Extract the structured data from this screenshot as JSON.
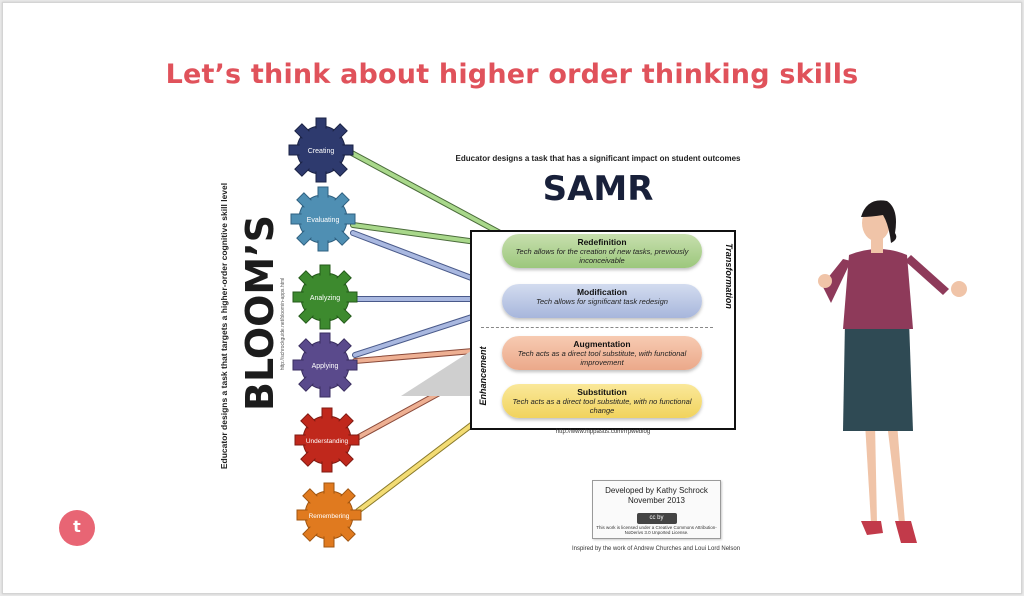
{
  "slide": {
    "title": "Let’s think about higher order thinking skills",
    "logo_letter": "t"
  },
  "blooms": {
    "heading": "BLOOM’S",
    "side_text": "Educator designs a task that targets a higher-order cognitive skill level",
    "url": "http://schrockguide.net/bloomin-apps.html",
    "levels": [
      "Creating",
      "Evaluating",
      "Analyzing",
      "Applying",
      "Understanding",
      "Remembering"
    ]
  },
  "samr": {
    "top_text": "Educator designs a task that has a significant impact on student outcomes",
    "title": "SAMR",
    "transformation_label": "Transformation",
    "enhancement_label": "Enhancement",
    "url": "http://www.hippasus.com/rrpweblog",
    "levels": {
      "redefinition": {
        "name": "Redefinition",
        "desc": "Tech allows for the creation of new tasks, previously inconceivable"
      },
      "modification": {
        "name": "Modification",
        "desc": "Tech allows for significant task redesign"
      },
      "augmentation": {
        "name": "Augmentation",
        "desc": "Tech acts as a direct tool substitute, with functional improvement"
      },
      "substitution": {
        "name": "Substitution",
        "desc": "Tech acts as a direct tool substitute, with no functional change"
      }
    }
  },
  "credit": {
    "line1": "Developed by Kathy Schrock",
    "line2": "November 2013",
    "cc_badge": "cc by",
    "license": "This work is licensed under a Creative Commons Attribution-NoDerivs 3.0 Unported License."
  },
  "inspired": "Inspired by the work of Andrew Churches and Loui Lord Nelson",
  "colors": {
    "title": "#e0525b",
    "creating": "#2e3a6e",
    "evaluating": "#4f8fb3",
    "analyzing": "#3d8a2e",
    "applying": "#5a4a8c",
    "understanding": "#c0281c",
    "remembering": "#e07a1f"
  }
}
